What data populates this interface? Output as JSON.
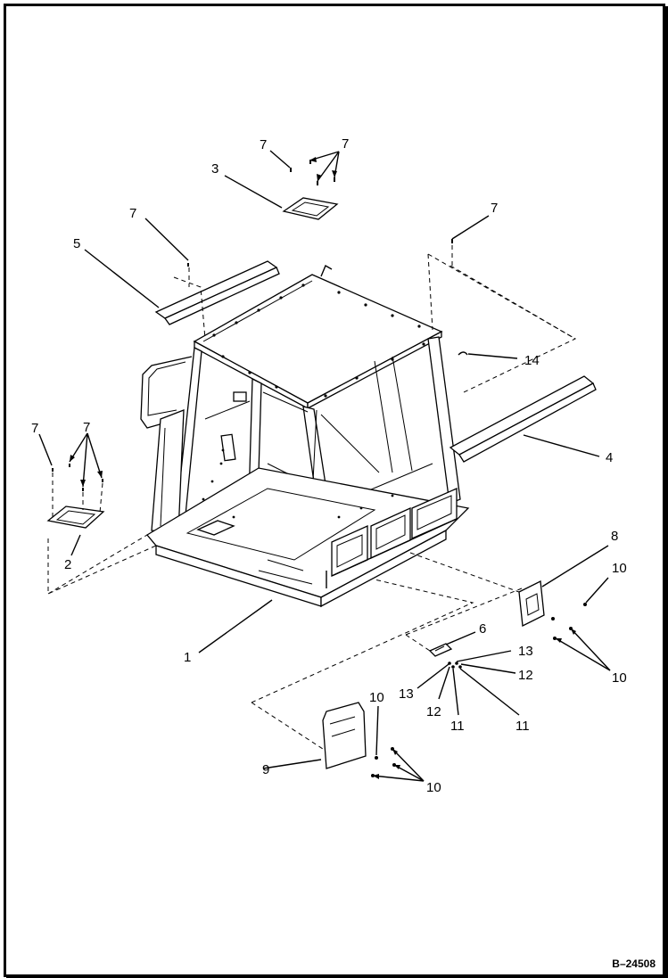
{
  "figure": {
    "id_label": "B–24508"
  },
  "callouts": [
    {
      "key": "c1",
      "text": "1"
    },
    {
      "key": "c2",
      "text": "2"
    },
    {
      "key": "c3",
      "text": "3"
    },
    {
      "key": "c4",
      "text": "4"
    },
    {
      "key": "c5",
      "text": "5"
    },
    {
      "key": "c6",
      "text": "6"
    },
    {
      "key": "c7a",
      "text": "7"
    },
    {
      "key": "c7b",
      "text": "7"
    },
    {
      "key": "c7c",
      "text": "7"
    },
    {
      "key": "c7d",
      "text": "7"
    },
    {
      "key": "c7e",
      "text": "7"
    },
    {
      "key": "c7f",
      "text": "7"
    },
    {
      "key": "c8",
      "text": "8"
    },
    {
      "key": "c9",
      "text": "9"
    },
    {
      "key": "c10a",
      "text": "10"
    },
    {
      "key": "c10b",
      "text": "10"
    },
    {
      "key": "c10c",
      "text": "10"
    },
    {
      "key": "c10d",
      "text": "10"
    },
    {
      "key": "c11a",
      "text": "11"
    },
    {
      "key": "c11b",
      "text": "11"
    },
    {
      "key": "c12a",
      "text": "12"
    },
    {
      "key": "c12b",
      "text": "12"
    },
    {
      "key": "c13a",
      "text": "13"
    },
    {
      "key": "c13b",
      "text": "13"
    },
    {
      "key": "c14",
      "text": "14"
    }
  ]
}
